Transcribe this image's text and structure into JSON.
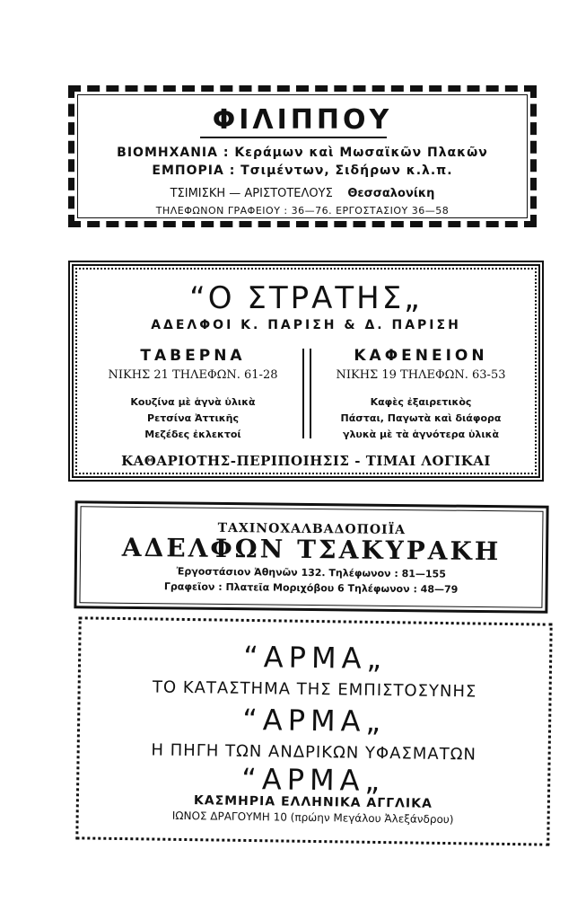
{
  "ads": {
    "filippou": {
      "title": "ΦΙΛΙΠΠΟΥ",
      "line1": "ΒΙΟΜΗΧΑΝΙΑ : Κεράμων καὶ Μωσαϊκῶν Πλακῶν",
      "line2": "ΕΜΠΟΡΙΑ :  Τσιμέντων, Σιδήρων κ.λ.π.",
      "line3a": "ΤΣΙΜΙΣΚΗ — ΑΡΙΣΤΟΤΕΛΟΥΣ",
      "line3b": "Θεσσαλονίκη",
      "line4": "ΤΗΛΕΦΩΝΟΝ ΓΡΑΦΕΙΟΥ : 36—76.  ΕΡΓΟΣΤΑΣΙΟΥ 36—58"
    },
    "stratis": {
      "title": "“Ο ΣΤΡΑΤΗΣ„",
      "subtitle": "ΑΔΕΛΦΟΙ Κ. ΠΑΡΙΣΗ & Δ. ΠΑΡΙΣΗ",
      "left": {
        "heading": "ΤΑΒΕΡΝΑ",
        "phone": "ΝΙΚΗΣ 21 ΤΗΛΕΦΩΝ. 61-28",
        "lines": [
          "Κουζίνα μὲ ἁγνὰ ὑλικὰ",
          "Ρετσίνα  Ἀττικῆς",
          "Μεζέδες ἐκλεκτοί"
        ]
      },
      "right": {
        "heading": "ΚΑΦΕΝΕΙΟΝ",
        "phone": "ΝΙΚΗΣ 19 ΤΗΛΕΦΩΝ. 63-53",
        "lines": [
          "Καφὲς ἐξαιρετικὸς",
          "Πάσται, Παγωτὰ καὶ διάφορα",
          "γλυκὰ μὲ τὰ ἁγνότερα ὑλικὰ"
        ]
      },
      "footer": "ΚΑΘΑΡΙΟΤΗΣ-ΠΕΡΙΠΟΙΗΣΙΣ - ΤΙΜΑΙ ΛΟΓΙΚΑΙ"
    },
    "tsakyraki": {
      "line1": "ΤΑΧΙΝΟΧΑΛΒΑΔΟΠΟΙΪΑ",
      "line2": "ΑΔΕΛΦΩΝ ΤΣΑΚΥΡΑΚΗ",
      "line3": "Ἐργοστάσιον Ἀθηνῶν 132. Τηλέφωνον : 81—155",
      "line4": "Γραφεῖον : Πλατεῖα Μοριχόβου 6 Τηλέφωνον : 48—79"
    },
    "arma": {
      "arma1": "“ΑΡΜΑ„",
      "line1": "ΤΟ ΚΑΤΑΣΤΗΜΑ ΤΗΣ ΕΜΠΙΣΤΟΣΥΝΗΣ",
      "arma2": "“ΑΡΜΑ„",
      "line2": "Η ΠΗΓΗ ΤΩΝ ΑΝΔΡΙΚΩΝ ΥΦΑΣΜΑΤΩΝ",
      "arma3": "“ΑΡΜΑ„",
      "line3": "ΚΑΣΜΗΡΙΑ ΕΛΛΗΝΙΚΑ ΑΓΓΛΙΚΑ",
      "line4": "ΙΩΝΟΣ ΔΡΑΓΟΥΜΗ 10 (πρώην Μεγάλου Ἀλεξάνδρου)"
    }
  }
}
